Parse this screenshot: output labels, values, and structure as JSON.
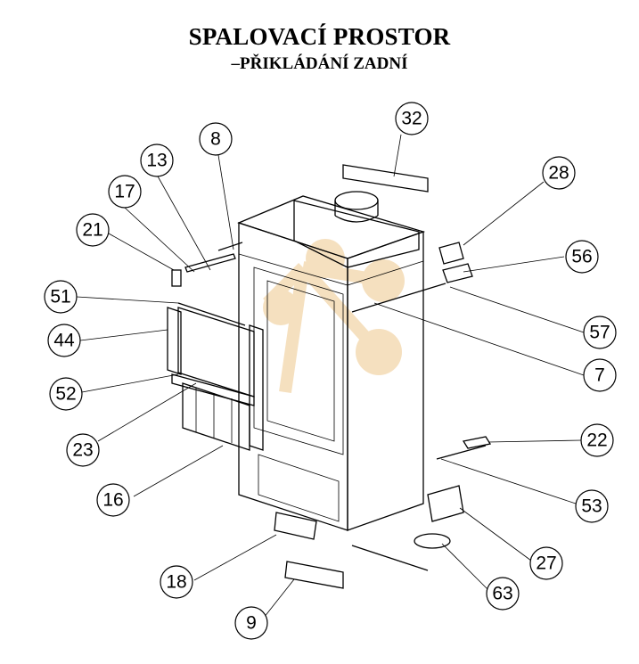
{
  "title": "SPALOVACÍ PROSTOR",
  "subtitle": "–PŘIKLÁDÁNÍ ZADNÍ",
  "callouts": [
    {
      "label": "32"
    },
    {
      "label": "8"
    },
    {
      "label": "13"
    },
    {
      "label": "17"
    },
    {
      "label": "21"
    },
    {
      "label": "28"
    },
    {
      "label": "56"
    },
    {
      "label": "51"
    },
    {
      "label": "57"
    },
    {
      "label": "44"
    },
    {
      "label": "7"
    },
    {
      "label": "52"
    },
    {
      "label": "23"
    },
    {
      "label": "22"
    },
    {
      "label": "16"
    },
    {
      "label": "53"
    },
    {
      "label": "27"
    },
    {
      "label": "18"
    },
    {
      "label": "63"
    },
    {
      "label": "9"
    }
  ]
}
